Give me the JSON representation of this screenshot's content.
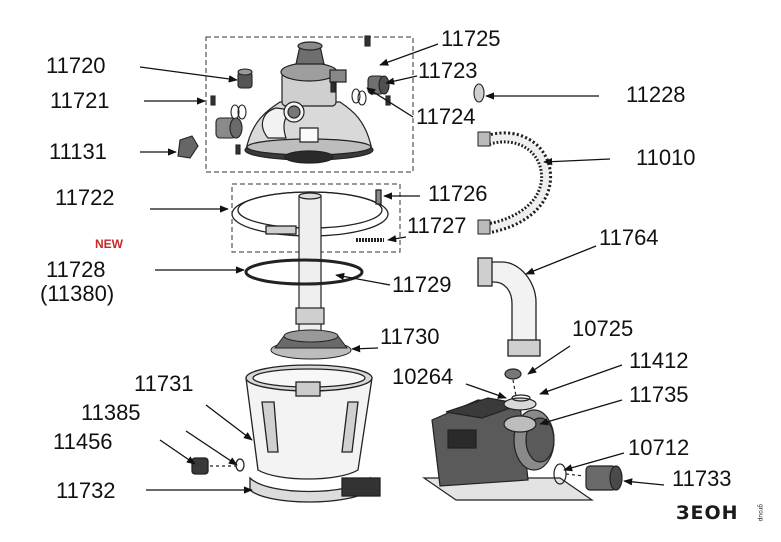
{
  "diagram": {
    "new_badge": "NEW",
    "logo_text": "ЗЕОН",
    "logo_sub": "group",
    "labels": {
      "p11720": "11720",
      "p11721": "11721",
      "p11131": "11131",
      "p11722": "11722",
      "p11728": "11728",
      "p11380": "(11380)",
      "p11731": "11731",
      "p11385": "11385",
      "p11456": "11456",
      "p11732": "11732",
      "p11725": "11725",
      "p11723": "11723",
      "p11724": "11724",
      "p11228": "11228",
      "p11010": "11010",
      "p11726": "11726",
      "p11727": "11727",
      "p11764": "11764",
      "p11729": "11729",
      "p11730": "11730",
      "p10725": "10725",
      "p10264": "10264",
      "p11412": "11412",
      "p11735": "11735",
      "p10712": "10712",
      "p11733": "11733"
    }
  }
}
